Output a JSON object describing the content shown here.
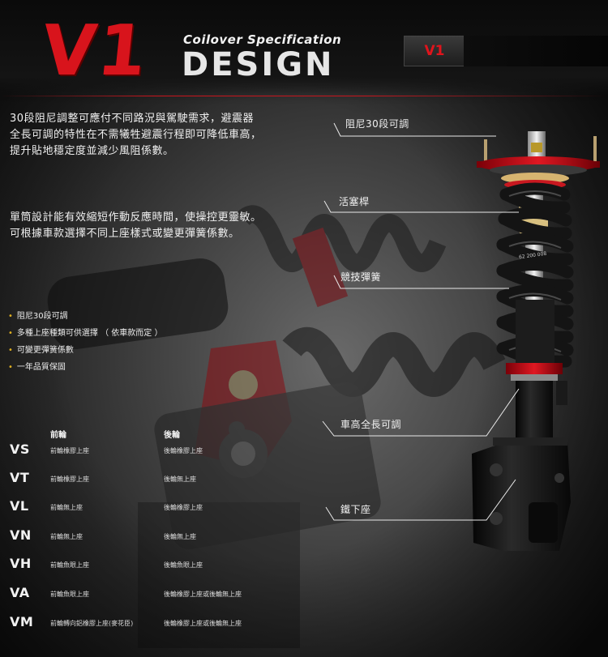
{
  "header": {
    "logo": "V1",
    "subtitle": "Coilover Specification",
    "design": "DESIGN",
    "badge": "V1"
  },
  "descriptions": [
    "30段阻尼調整可應付不同路況與駕駛需求，避震器",
    "全長可調的特性在不需犧牲避震行程即可降低車高，",
    "提升貼地穩定度並減少風阻係數。",
    "單筒設計能有效縮短作動反應時間，使操控更靈敏。",
    "可根據車款選擇不同上座樣式或變更彈簧係數。"
  ],
  "features": [
    "阻尼30段可調",
    "多種上座種類可供選擇 （ 依車款而定 ）",
    "可變更彈簧係數",
    "一年品質保固"
  ],
  "callouts": [
    "阻尼30段可調",
    "活塞桿",
    "競技彈簧",
    "車高全長可調",
    "鐵下座"
  ],
  "spring_label": "62 200 008",
  "spec_table": {
    "headers": [
      "前輪",
      "後輪"
    ],
    "rows": [
      {
        "code": "VS",
        "front": "前輪橡膠上座",
        "rear": "後輪橡膠上座"
      },
      {
        "code": "VT",
        "front": "前輪橡膠上座",
        "rear": "後輪無上座"
      },
      {
        "code": "VL",
        "front": "前輪無上座",
        "rear": "後輪橡膠上座"
      },
      {
        "code": "VN",
        "front": "前輪無上座",
        "rear": "後輪無上座"
      },
      {
        "code": "VH",
        "front": "前輪魚眼上座",
        "rear": "後輪魚眼上座"
      },
      {
        "code": "VA",
        "front": "前輪魚眼上座",
        "rear": "後輪橡膠上座或後輪無上座"
      },
      {
        "code": "VM",
        "front": "前輪轉向鋁橡膠上座(麥花臣)",
        "rear": "後輪橡膠上座或後輪無上座"
      }
    ]
  },
  "colors": {
    "brand_red": "#d8141c",
    "bullet_gold": "#e0b020",
    "spring_black": "#151515",
    "cap_red": "#c8141c"
  }
}
